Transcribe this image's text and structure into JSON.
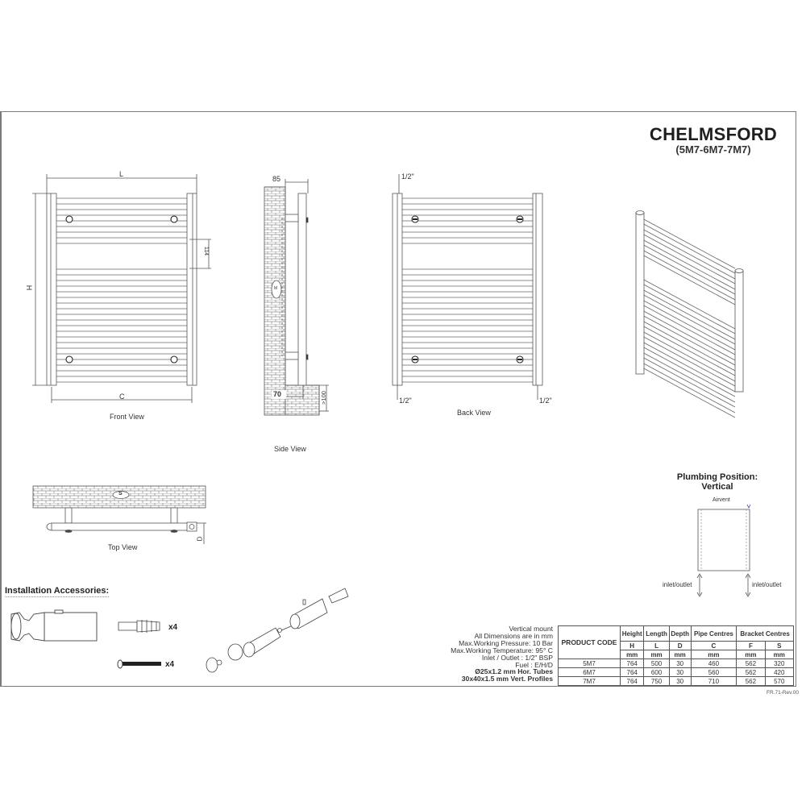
{
  "title": {
    "name": "CHELMSFORD",
    "models": "(5M7-6M7-7M7)"
  },
  "views": {
    "front": {
      "caption": "Front View",
      "dim_length": "L",
      "dim_height": "H",
      "dim_centres": "C",
      "dim_gap": "114"
    },
    "side": {
      "caption": "Side View",
      "dim_depth_top": "85",
      "dim_floor_gap": "70",
      "dim_min_clearance": ">100",
      "bracket_label": "M"
    },
    "back": {
      "caption": "Back View",
      "inlet_top": "1/2\"",
      "inlet_bottom_left": "1/2\"",
      "inlet_bottom_right": "1/2\""
    },
    "top": {
      "caption": "Top View",
      "bracket_label": "S",
      "dim_depth": "D"
    },
    "isometric": {
      "caption": ""
    }
  },
  "plumbing": {
    "title_line1": "Plumbing Position:",
    "title_line2": "Vertical",
    "airvent_label": "Airvent",
    "inlet_left": "inlet/outlet",
    "inlet_right": "inlet/outlet",
    "airvent_color": "#3b3bb0"
  },
  "accessories": {
    "title": "Installation Accessories:",
    "wall_plug_qty": "x4",
    "screw_qty": "x4"
  },
  "specs": {
    "lines": [
      "Vertical mount",
      "All Dimensions are in mm",
      "Max.Working Pressure: 10 Bar",
      "Max.Working Temperature: 95° C",
      "Inlet / Outlet : 1/2\" BSP",
      "Fuel : E/H/D"
    ],
    "bold_lines": [
      "Ø25x1.2 mm Hor. Tubes",
      "30x40x1.5 mm Vert. Profiles"
    ]
  },
  "table": {
    "product_code_header": "PRODUCT CODE",
    "headers": [
      "Height",
      "Length",
      "Depth",
      "Pipe Centres",
      "Bracket Centres"
    ],
    "symbols": [
      "H",
      "L",
      "D",
      "C",
      "F",
      "S"
    ],
    "units": [
      "mm",
      "mm",
      "mm",
      "mm",
      "mm",
      "mm"
    ],
    "rows": [
      {
        "code": "5M7",
        "H": "764",
        "L": "500",
        "D": "30",
        "C": "460",
        "F": "562",
        "S": "320"
      },
      {
        "code": "6M7",
        "H": "764",
        "L": "600",
        "D": "30",
        "C": "560",
        "F": "562",
        "S": "420"
      },
      {
        "code": "7M7",
        "H": "764",
        "L": "750",
        "D": "30",
        "C": "710",
        "F": "562",
        "S": "570"
      }
    ]
  },
  "revision": "FR.71-Rev.00"
}
